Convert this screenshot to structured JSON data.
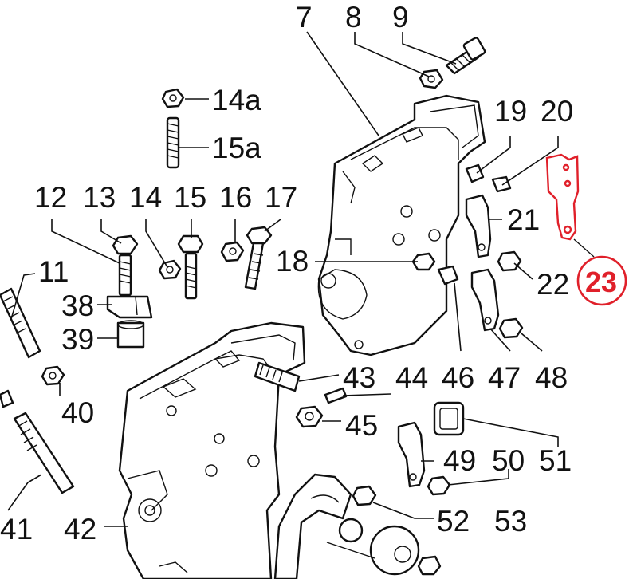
{
  "callouts": {
    "c7": "7",
    "c8": "8",
    "c9": "9",
    "c14a": "14a",
    "c15a": "15a",
    "c19": "19",
    "c20": "20",
    "c21": "21",
    "c22": "22",
    "c23": "23",
    "c12": "12",
    "c13": "13",
    "c14": "14",
    "c15": "15",
    "c16": "16",
    "c17": "17",
    "c18": "18",
    "c11": "11",
    "c38": "38",
    "c39": "39",
    "c40": "40",
    "c41": "41",
    "c42": "42",
    "c43": "43",
    "c44": "44",
    "c45": "45",
    "c46": "46",
    "c47": "47",
    "c48": "48",
    "c49": "49",
    "c50": "50",
    "c51": "51",
    "c52": "52",
    "c53": "53"
  },
  "colors": {
    "highlight": "#e0202a",
    "ink": "#111111"
  }
}
